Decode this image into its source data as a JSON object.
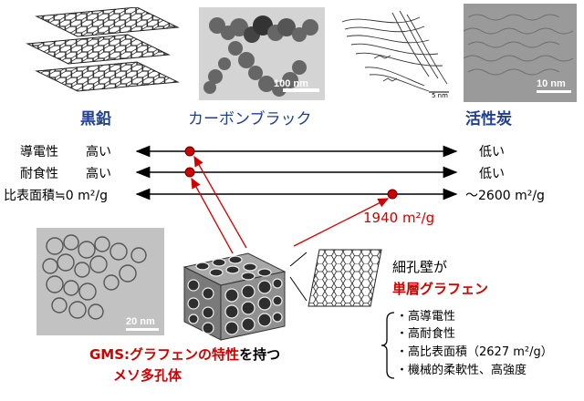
{
  "materials": {
    "graphite": "黒鉛",
    "carbon_black": "カーボンブラック",
    "activated_carbon": "活性炭"
  },
  "scale_labels": {
    "carbon_black": "100 nm",
    "ac_sketch": "5 nm",
    "ac_tem": "10 nm",
    "gms_tem": "20 nm"
  },
  "rows": [
    {
      "label": "導電性",
      "left": "高い",
      "right": "低い"
    },
    {
      "label": "耐食性",
      "left": "高い",
      "right": "低い"
    },
    {
      "label": "比表面積≒0 m²/g",
      "left": "",
      "right": "～2600 m²/g"
    }
  ],
  "gms_value": "1940 m²/g",
  "pore_wall": {
    "line1": "細孔壁が",
    "line2": "単層グラフェン"
  },
  "gms_title": {
    "prefix": "GMS:",
    "red_part": "グラフェンの特性",
    "black_part": "を持つ",
    "line2": "メソ多孔体"
  },
  "properties": [
    "・高導電性",
    "・高耐食性",
    "・高比表面積（2627 m²/g）",
    "・機械的柔軟性、高強度"
  ],
  "colors": {
    "accent_red": "#d00000",
    "title_blue": "#1f3f8f"
  }
}
